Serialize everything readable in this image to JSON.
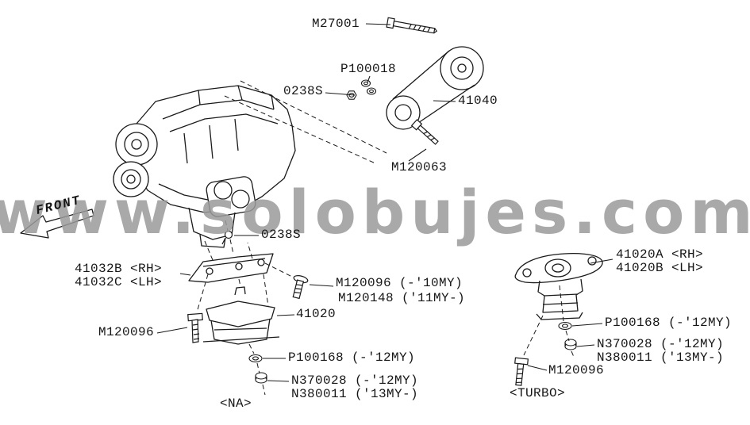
{
  "watermark": "www.solobujes.com",
  "front": "FRONT",
  "upper": {
    "bolt_m27001": "M27001",
    "washer_p100018": "P100018",
    "nut_0238s": "0238S",
    "rod_41040": "41040",
    "bolt_m120063": "M120063",
    "stud_0238s": "0238S"
  },
  "na": {
    "bracket_rh": "41032B <RH>",
    "bracket_lh": "41032C <LH>",
    "bolt_early": "M120096 (-'10MY)",
    "bolt_late": "M120148 ('11MY-)",
    "mount": "41020",
    "bolt_front": "M120096",
    "washer": "P100168 (-'12MY)",
    "nut_early": "N370028 (-'12MY)",
    "nut_late": "N380011 ('13MY-)",
    "caption": "<NA>"
  },
  "turbo": {
    "mount_rh": "41020A <RH>",
    "mount_lh": "41020B <LH>",
    "washer": "P100168 (-'12MY)",
    "nut_early": "N370028 (-'12MY)",
    "nut_late": "N380011 ('13MY-)",
    "bolt": "M120096",
    "caption": "<TURBO>"
  }
}
